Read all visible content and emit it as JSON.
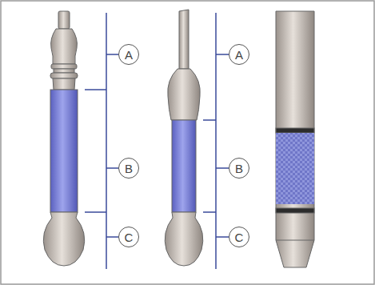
{
  "diagram": {
    "nodes": [
      {
        "text": [
          "A"
        ]
      },
      {
        "text": [
          "B"
        ]
      },
      {
        "text": [
          "C"
        ]
      },
      {
        "text": [
          "A"
        ]
      },
      {
        "text": [
          "B"
        ]
      },
      {
        "text": [
          "C"
        ]
      }
    ]
  }
}
